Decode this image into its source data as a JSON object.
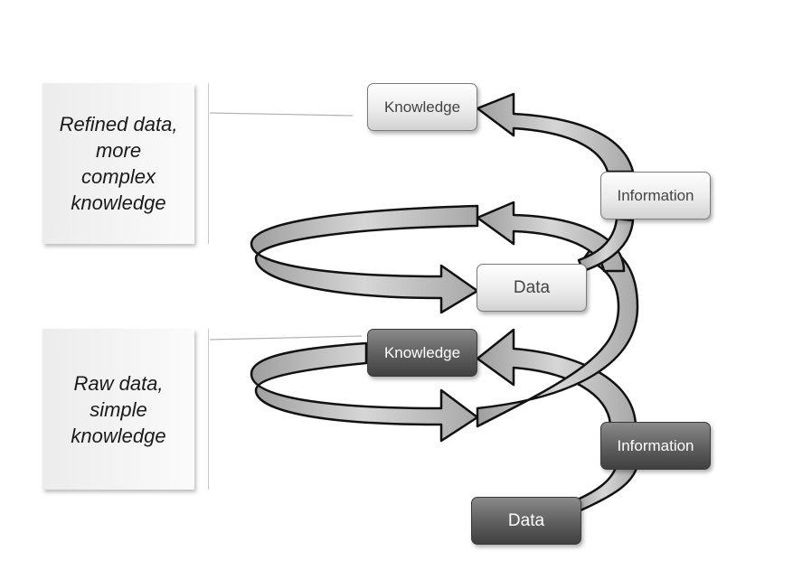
{
  "panels": {
    "upper": {
      "text": "Refined data,\nmore\ncomplex\nknowledge"
    },
    "lower": {
      "text": "Raw data,\nsimple\nknowledge"
    }
  },
  "nodes": {
    "knowledge_top": "Knowledge",
    "information_top": "Information",
    "data_middle": "Data",
    "knowledge_middle": "Knowledge",
    "information_bottom": "Information",
    "data_bottom": "Data"
  },
  "colors": {
    "arrow_fill": "#b4b4b4",
    "arrow_stroke": "#111111",
    "node_light": "#e6e6e6",
    "node_dark": "#555555"
  }
}
